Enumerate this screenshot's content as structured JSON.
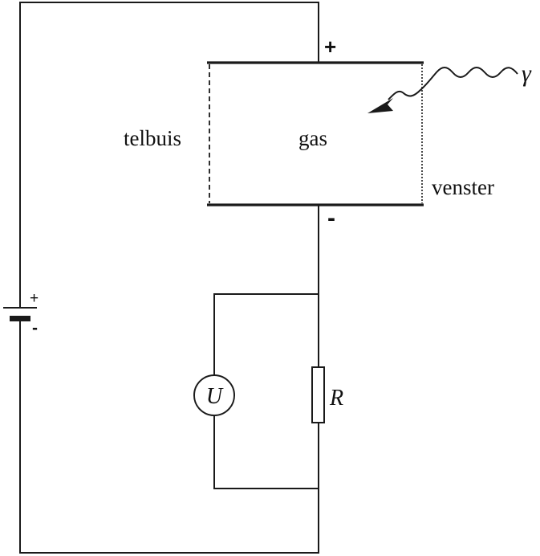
{
  "labels": {
    "gas": "gas",
    "telbuis": "telbuis",
    "venster": "venster",
    "gamma": "γ",
    "voltmeter": "U",
    "resistor": "R"
  },
  "signs": {
    "tube_plus": "+",
    "tube_minus": "-",
    "battery_plus": "+",
    "battery_minus": "-"
  },
  "colors": {
    "ink": "#1a1a1a",
    "background": "#ffffff"
  }
}
